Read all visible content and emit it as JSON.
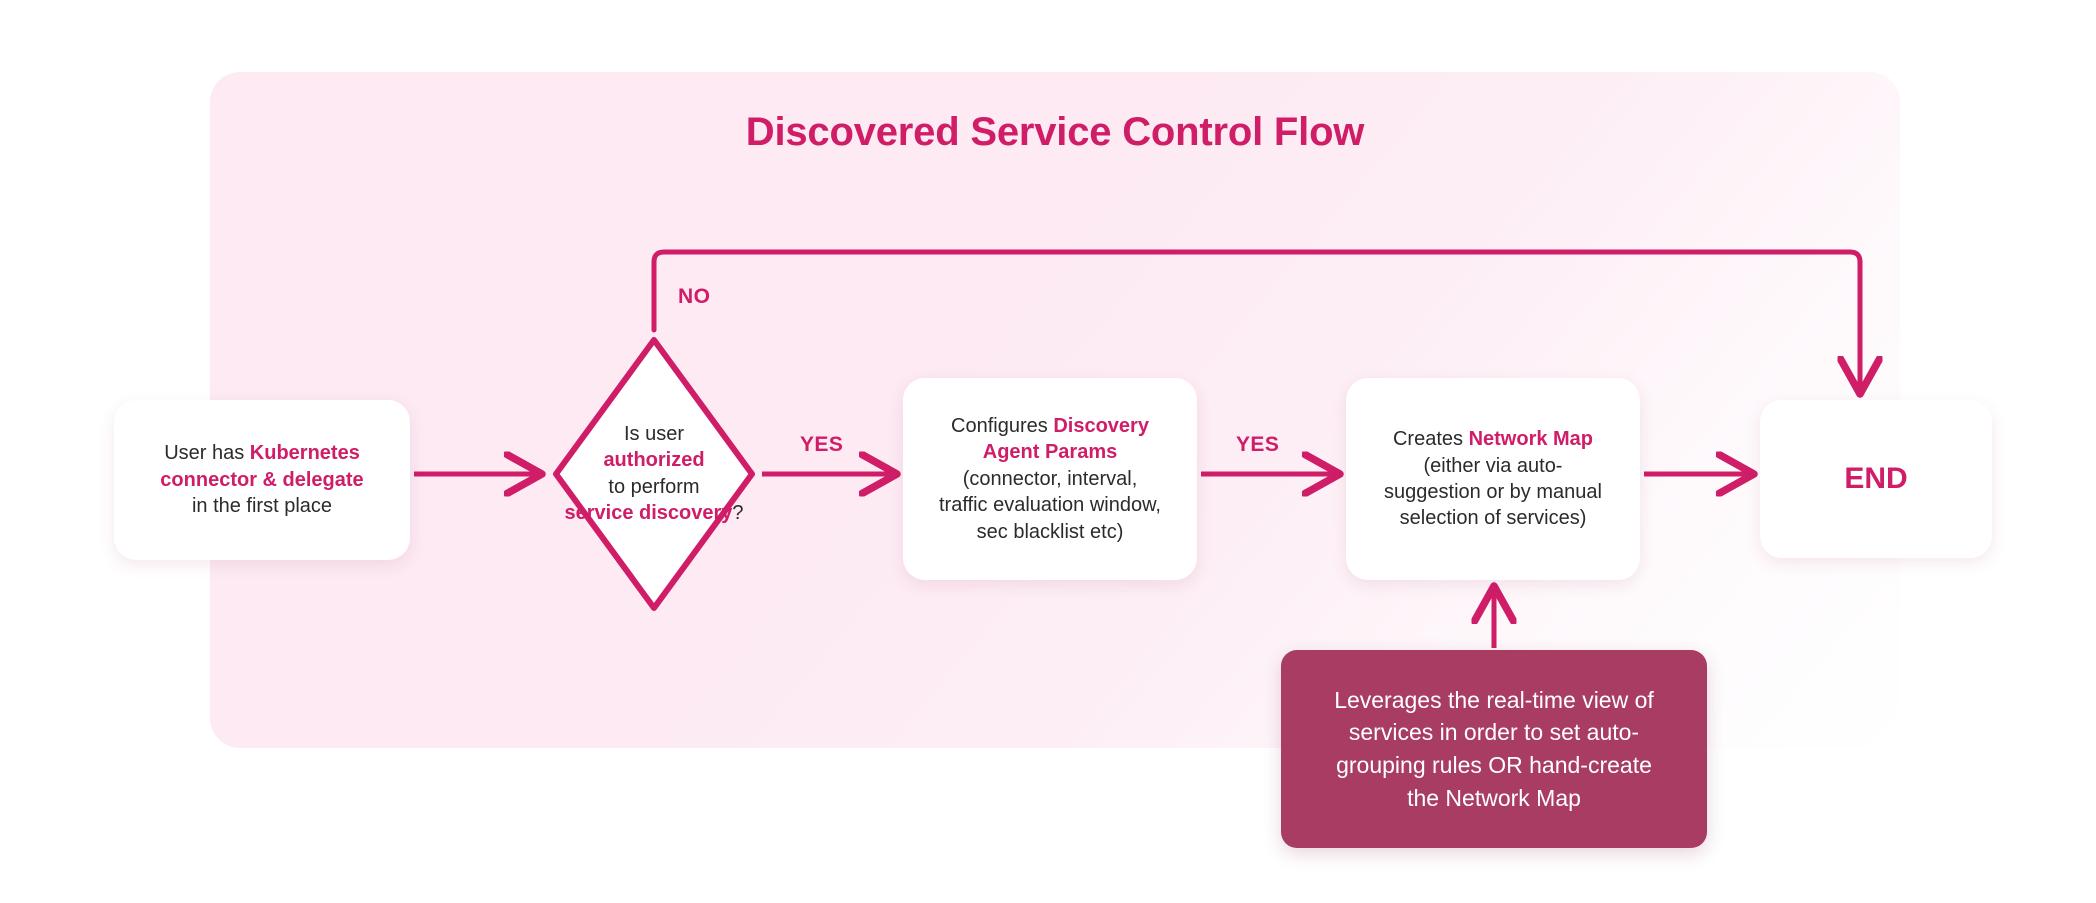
{
  "diagram": {
    "title": "Discovered Service Control Flow",
    "accent_color": "#cf1d68",
    "panel_color": "#fdeaf3",
    "note_color": "#a93c63",
    "node_color": "#ffffff"
  },
  "nodes": {
    "start": {
      "line1_plain": "User has ",
      "line1_highlight": "Kubernetes",
      "line2_highlight": "connector & delegate",
      "line3_plain": "in the first place"
    },
    "decision": {
      "line1": "Is user",
      "line2_highlight": "authorized",
      "line3": "to perform",
      "line4_highlight": "service discovery",
      "line4_suffix": "?"
    },
    "configure": {
      "line1_plain": "Configures ",
      "line1_highlight": "Discovery",
      "line2_highlight": "Agent Params",
      "line3": "(connector, interval,",
      "line4": "traffic evaluation window,",
      "line5": "sec blacklist etc)"
    },
    "network_map": {
      "line1_plain": "Creates ",
      "line1_highlight": "Network Map",
      "line2": "(either via auto-",
      "line3": "suggestion or by manual",
      "line4": "selection of services)"
    },
    "end": {
      "label": "END"
    }
  },
  "note": {
    "line1": "Leverages the real-time view of",
    "line2": "services in order to set auto-",
    "line3": "grouping rules OR hand-create",
    "line4": "the Network Map"
  },
  "edges": {
    "no_label": "NO",
    "yes_label_1": "YES",
    "yes_label_2": "YES"
  },
  "chart_data": {
    "type": "diagram",
    "title": "Discovered Service Control Flow",
    "flow": [
      {
        "id": "start",
        "shape": "rounded-rect",
        "text": "User has Kubernetes connector & delegate in the first place"
      },
      {
        "id": "decision",
        "shape": "diamond",
        "text": "Is user authorized to perform service discovery?"
      },
      {
        "id": "configure",
        "shape": "rounded-rect",
        "text": "Configures Discovery Agent Params (connector, interval, traffic evaluation window, sec blacklist etc)"
      },
      {
        "id": "network_map",
        "shape": "rounded-rect",
        "text": "Creates Network Map (either via auto-suggestion or by manual selection of services)"
      },
      {
        "id": "end",
        "shape": "rounded-rect",
        "text": "END"
      },
      {
        "id": "note",
        "shape": "callout",
        "text": "Leverages the real-time view of services in order to set auto-grouping rules OR hand-create the Network Map"
      }
    ],
    "links": [
      {
        "from": "start",
        "to": "decision",
        "label": ""
      },
      {
        "from": "decision",
        "to": "configure",
        "label": "YES"
      },
      {
        "from": "decision",
        "to": "end",
        "label": "NO"
      },
      {
        "from": "configure",
        "to": "network_map",
        "label": "YES"
      },
      {
        "from": "network_map",
        "to": "end",
        "label": ""
      },
      {
        "from": "note",
        "to": "network_map",
        "label": ""
      }
    ]
  }
}
